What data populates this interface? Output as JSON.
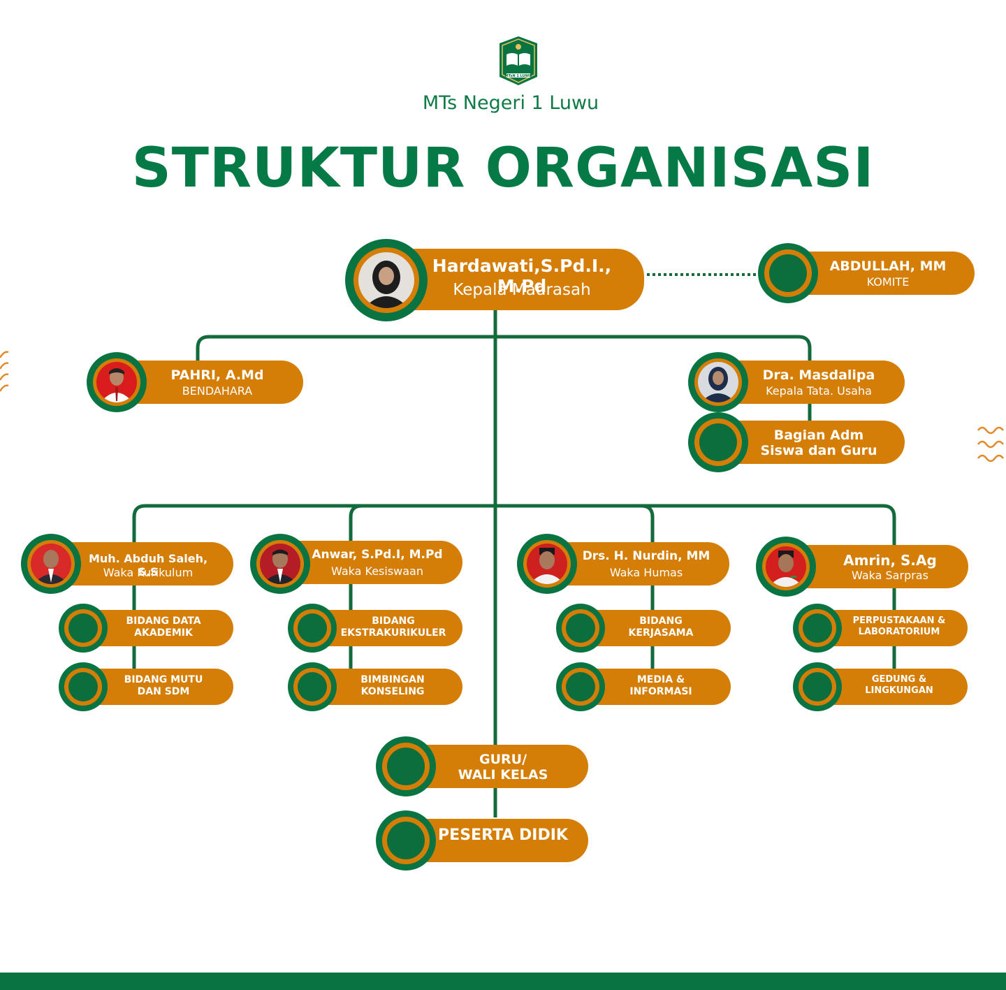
{
  "header": {
    "logo_text": "MTsN 1 LUWU",
    "school_name": "MTs Negeri 1 Luwu",
    "title": "STRUKTUR ORGANISASI"
  },
  "colors": {
    "green": "#0a7342",
    "orange": "#d47e08",
    "white": "#ffffff"
  },
  "nodes": {
    "kepala": {
      "name": "Hardawati,S.Pd.I., M.Pd",
      "role": "Kepala Madrasah"
    },
    "komite": {
      "name": "ABDULLAH, MM",
      "role": "KOMITE"
    },
    "bendahara": {
      "name": "PAHRI,  A.Md",
      "role": "BENDAHARA"
    },
    "tata_usaha": {
      "name": "Dra. Masdalipa",
      "role": "Kepala Tata. Usaha"
    },
    "bagian_adm": {
      "line1": "Bagian Adm",
      "line2": "Siswa dan Guru"
    },
    "kurikulum": {
      "name": "Muh. Abduh Saleh, S.S",
      "role": "Waka Kurikulum"
    },
    "kesiswaan": {
      "name": "Anwar, S.Pd.I, M.Pd",
      "role": "Waka Kesiswaan"
    },
    "humas": {
      "name": "Drs. H. Nurdin, MM",
      "role": "Waka Humas"
    },
    "sarpras": {
      "name": "Amrin, S.Ag",
      "role": "Waka Sarpras"
    },
    "bidang_data": {
      "line1": "BIDANG DATA",
      "line2": "AKADEMIK"
    },
    "bidang_mutu": {
      "line1": "BIDANG MUTU",
      "line2": "DAN SDM"
    },
    "bidang_ekskul": {
      "line1": "BIDANG",
      "line2": "EKSTRAKURIKULER"
    },
    "bimbingan": {
      "line1": "BIMBINGAN",
      "line2": "KONSELING"
    },
    "kerjasama": {
      "line1": "BIDANG",
      "line2": "KERJASAMA"
    },
    "media": {
      "line1": "MEDIA &",
      "line2": "INFORMASI"
    },
    "perpustakaan": {
      "line1": "PERPUSTAKAAN &",
      "line2": "LABORATORIUM"
    },
    "gedung": {
      "line1": "GEDUNG &",
      "line2": "LINGKUNGAN"
    },
    "guru": {
      "line1": "GURU/",
      "line2": "WALI KELAS"
    },
    "peserta": {
      "line1": "PESERTA DIDIK"
    }
  },
  "icons": [
    "school-logo",
    "person-photo",
    "wave-decoration"
  ]
}
